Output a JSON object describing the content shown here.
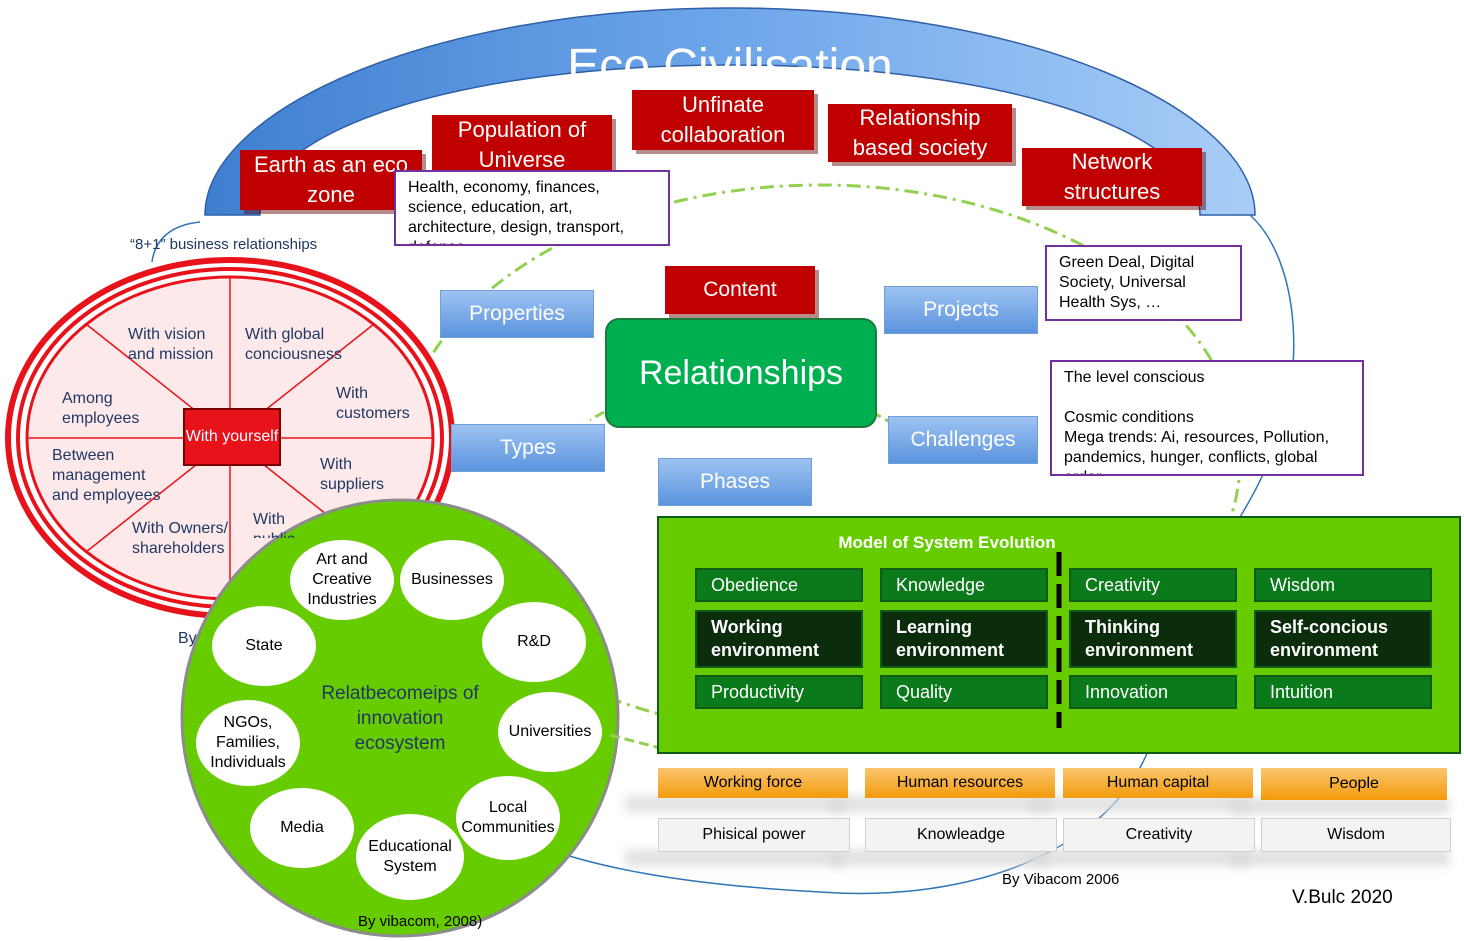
{
  "title": "Eco Civilisation",
  "red_flags": [
    {
      "id": "earth",
      "text": "Earth as an eco zone"
    },
    {
      "id": "population",
      "text": "Population of Universe"
    },
    {
      "id": "unfinate",
      "text": "Unfinate collaboration"
    },
    {
      "id": "relationship_society",
      "text": "Relationship based society"
    },
    {
      "id": "network",
      "text": "Network structures"
    }
  ],
  "content_label": "Content",
  "center_label": "Relationships",
  "blue_tabs": {
    "properties": "Properties",
    "projects": "Projects",
    "types": "Types",
    "phases": "Phases",
    "challenges": "Challenges"
  },
  "info_boxes": {
    "fields": "Health, economy, finances, science, education, art, architecture, design, transport, defense, …",
    "projects": "Green Deal, Digital Society, Universal Health Sys, …",
    "challenges_l1": "The level conscious",
    "challenges_l2": "Cosmic conditions",
    "challenges_l3": "Mega trends: Ai, resources, Pollution, pandemics, hunger, conflicts, global order,…"
  },
  "business_rel": {
    "caption": "“8+1” business relationships",
    "center": "With yourself",
    "segments": [
      "With vision and mission",
      "With global conciousness",
      "With customers",
      "With suppliers",
      "With public",
      "With Owners/ shareholders",
      "Between management and employees",
      "Among employees"
    ],
    "credit": "By"
  },
  "ecosystem": {
    "center": "Relatbecomeips of innovation ecosystem",
    "nodes": [
      "Art and Creative Industries",
      "Businesses",
      "R&D",
      "Universities",
      "Local Communities",
      "Educational System",
      "Media",
      "NGOs, Families, Individuals",
      "State"
    ],
    "credit": "By vibacom, 2008)"
  },
  "model": {
    "title": "Model of System Evolution",
    "columns": [
      {
        "top": "Obedience",
        "middle": "Working environment",
        "bottom": "Productivity"
      },
      {
        "top": "Knowledge",
        "middle": "Learning environment",
        "bottom": "Quality"
      },
      {
        "top": "Creativity",
        "middle": "Thinking environment",
        "bottom": "Innovation"
      },
      {
        "top": "Wisdom",
        "middle": "Self-concious environment",
        "bottom": "Intuition"
      }
    ],
    "orange_row": [
      "Working force",
      "Human resources",
      "Human capital",
      "People"
    ],
    "grey_row": [
      "Phisical power",
      "Knowleadge",
      "Creativity",
      "Wisdom"
    ],
    "credit": "By Vibacom 2006"
  },
  "author_credit": "V.Bulc 2020",
  "colors": {
    "dome": "#5b9bd5",
    "flag_red": "#c00000",
    "relationships_green": "#00b050",
    "model_green": "#66cc00",
    "dashed_green": "#92d050",
    "box_border": "#7030a0"
  }
}
